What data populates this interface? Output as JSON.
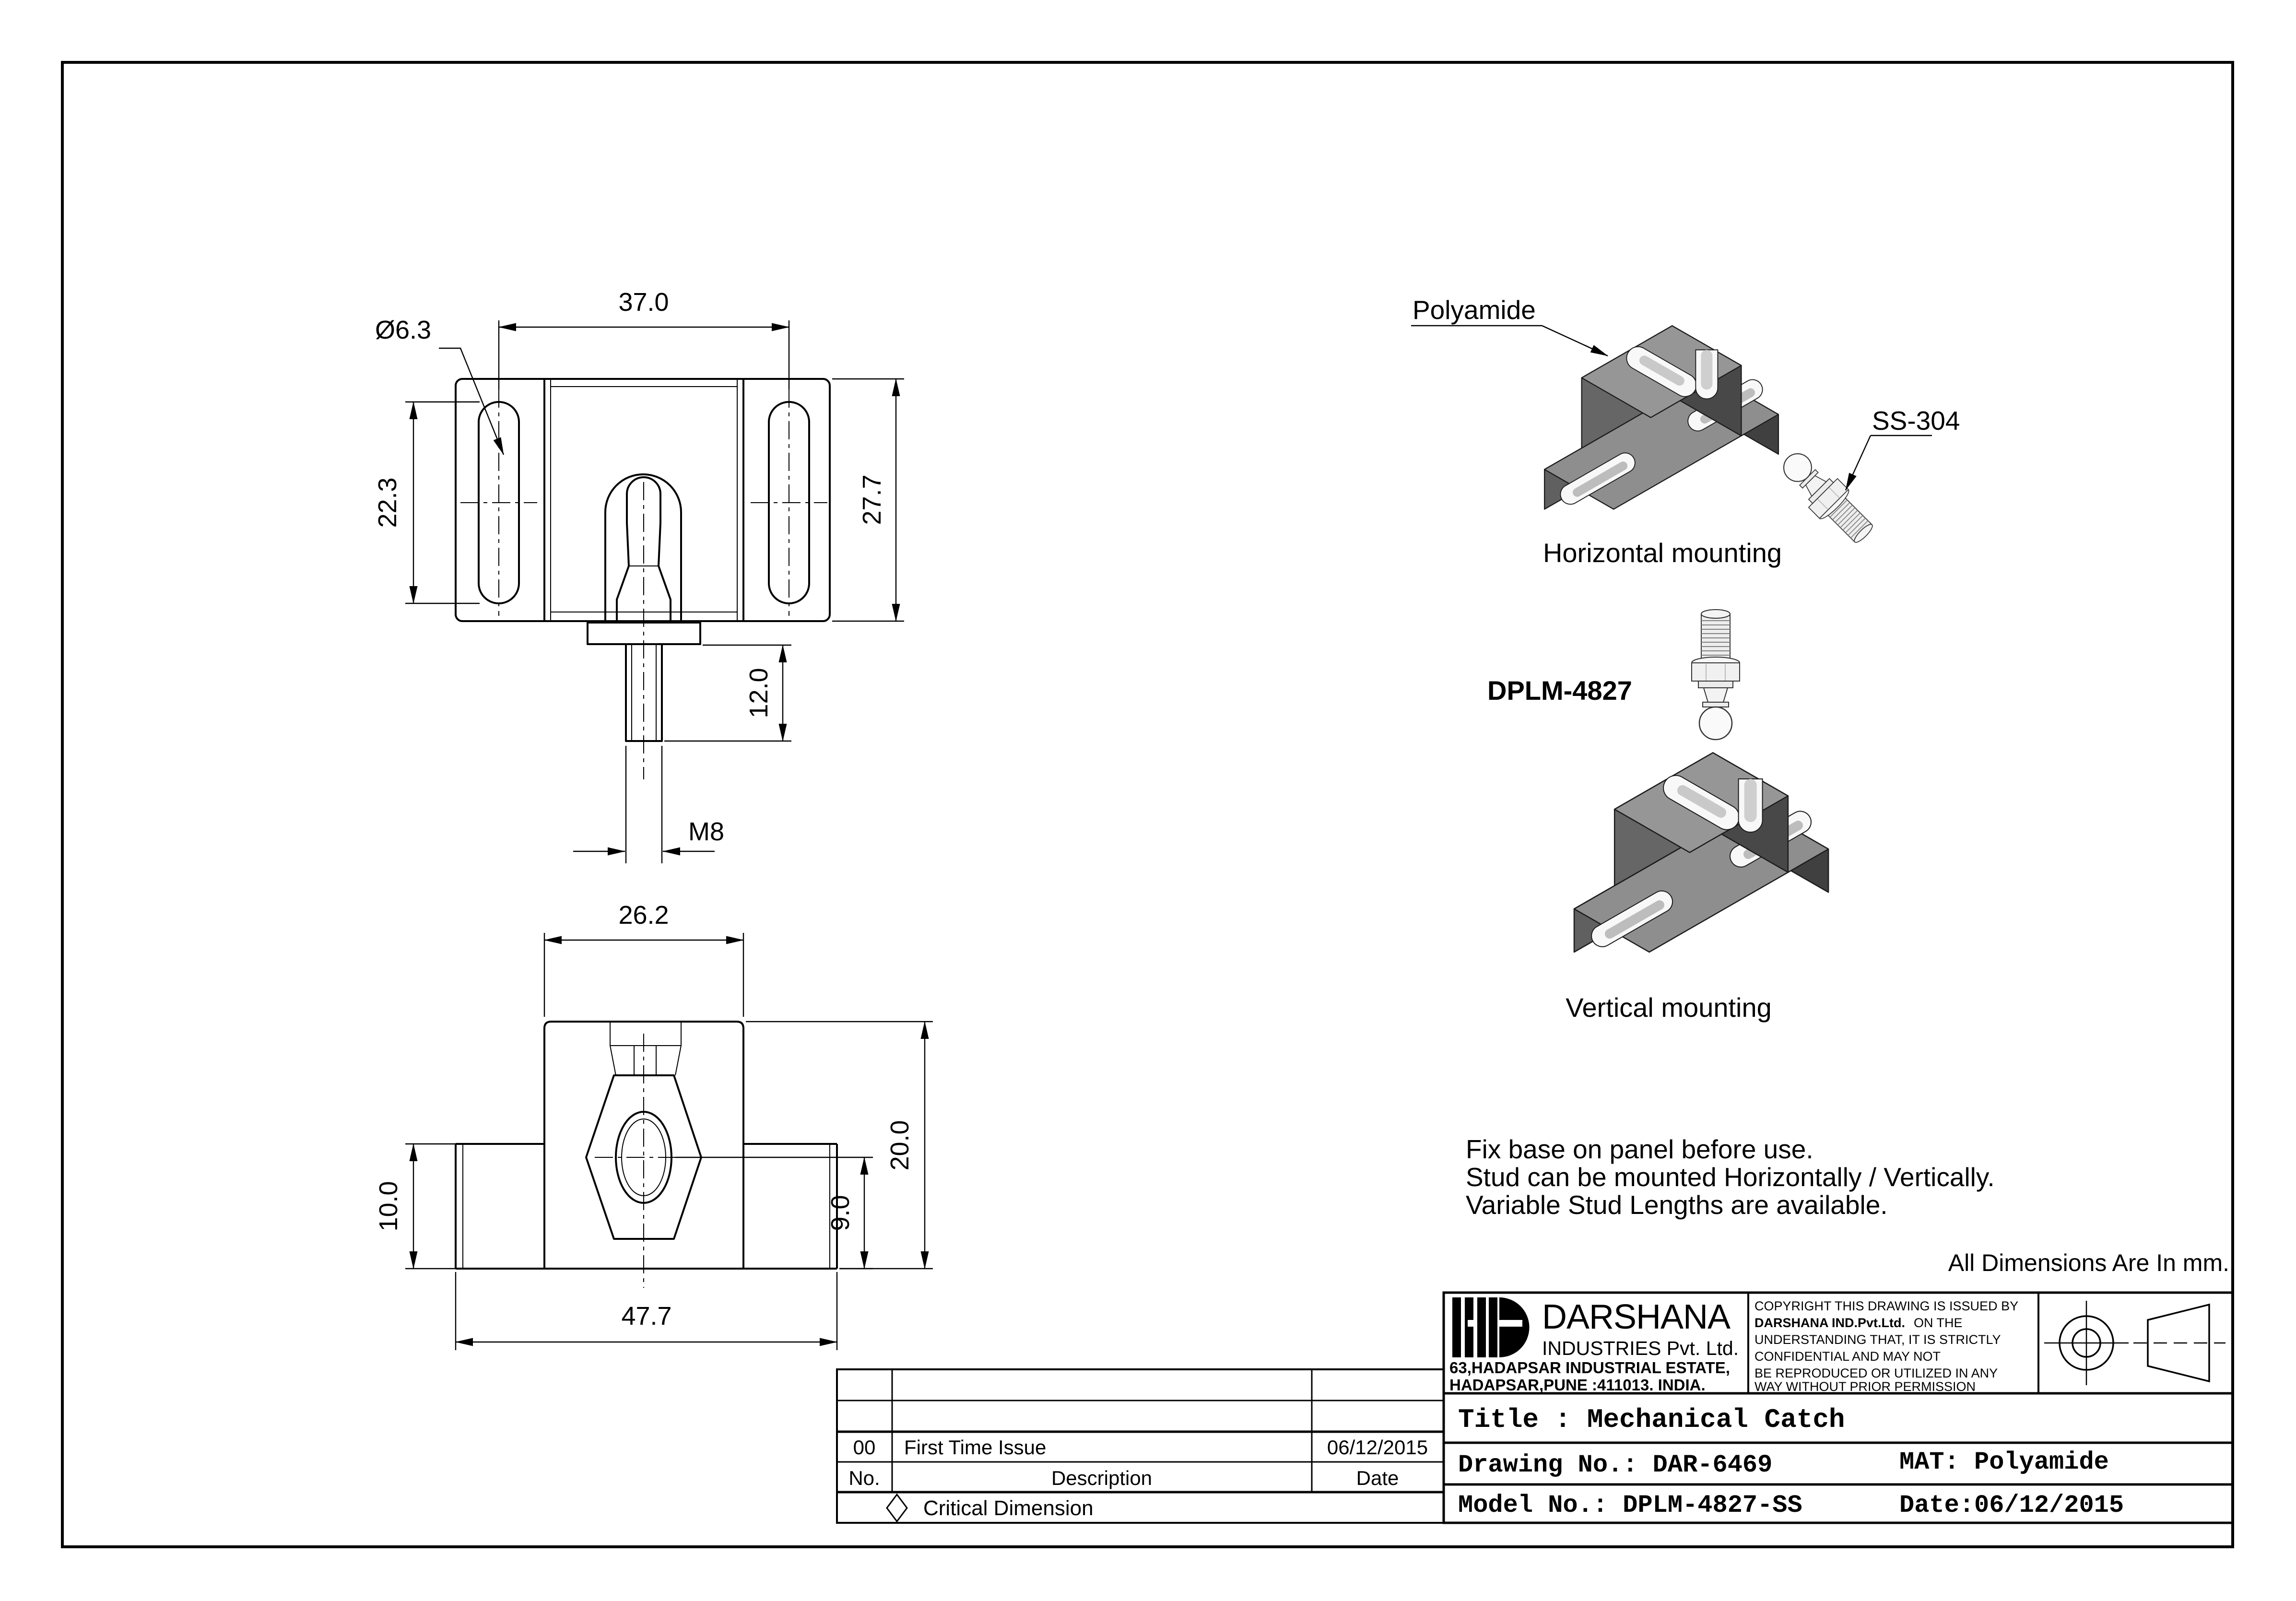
{
  "front_view": {
    "dim_width": "37.0",
    "dim_slot_dia": "Ø6.3",
    "dim_slot_len": "22.3",
    "dim_height": "27.7",
    "dim_stud_len": "12.0",
    "thread_label": "M8"
  },
  "bottom_view": {
    "dim_block_width": "26.2",
    "dim_flange_height": "10.0",
    "dim_ball_height": "9.0",
    "dim_total_height": "20.0",
    "dim_total_width": "47.7"
  },
  "iso": {
    "material_label": "Polyamide",
    "stud_material_label": "SS-304",
    "horizontal_caption": "Horizontal mounting",
    "model_label": "DPLM-4827",
    "vertical_caption": "Vertical mounting"
  },
  "notes": {
    "line1": "Fix base on panel before use.",
    "line2": "Stud can be mounted Horizontally / Vertically.",
    "line3": "Variable Stud Lengths are available.",
    "units_note": "All Dimensions Are In mm."
  },
  "title_block": {
    "company": {
      "name": "DARSHANA",
      "subtitle": "INDUSTRIES Pvt. Ltd.",
      "address1": "63,HADAPSAR INDUSTRIAL ESTATE,",
      "address2": "HADAPSAR,PUNE :411013. INDIA."
    },
    "copyright": {
      "line1": "COPYRIGHT THIS DRAWING IS ISSUED BY",
      "line2_bold": "DARSHANA IND.Pvt.Ltd.",
      "line2_rest": "ON THE",
      "line3": "UNDERSTANDING THAT, IT IS STRICTLY",
      "line4": "CONFIDENTIAL AND MAY NOT",
      "line5": "BE REPRODUCED OR UTILIZED IN ANY",
      "line6": "WAY WITHOUT PRIOR PERMISSION"
    },
    "title": "Title : Mechanical Catch",
    "drawing_no": "Drawing No.: DAR-6469",
    "material": "MAT: Polyamide",
    "model_no": "Model No.: DPLM-4827-SS",
    "date": "Date:06/12/2015"
  },
  "revision_table": {
    "headers": {
      "no": "No.",
      "description": "Description",
      "date": "Date"
    },
    "rows": [
      {
        "no": "00",
        "description": "First Time Issue",
        "date": "06/12/2015"
      }
    ],
    "legend": "Critical Dimension"
  }
}
